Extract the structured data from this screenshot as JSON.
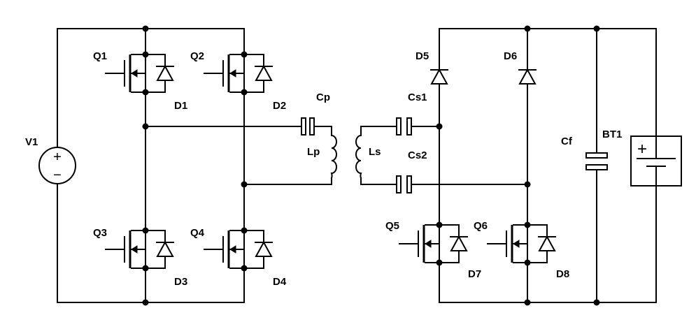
{
  "labels": {
    "V1": "V1",
    "Q1": "Q1",
    "Q2": "Q2",
    "Q3": "Q3",
    "Q4": "Q4",
    "Q5": "Q5",
    "Q6": "Q6",
    "D1": "D1",
    "D2": "D2",
    "D3": "D3",
    "D4": "D4",
    "D5": "D5",
    "D6": "D6",
    "D7": "D7",
    "D8": "D8",
    "Cp": "Cp",
    "Lp": "Lp",
    "Ls": "Ls",
    "Cs1": "Cs1",
    "Cs2": "Cs2",
    "Cf": "Cf",
    "BT1": "BT1"
  },
  "symbols": {
    "plus": "+",
    "minus": "−"
  }
}
